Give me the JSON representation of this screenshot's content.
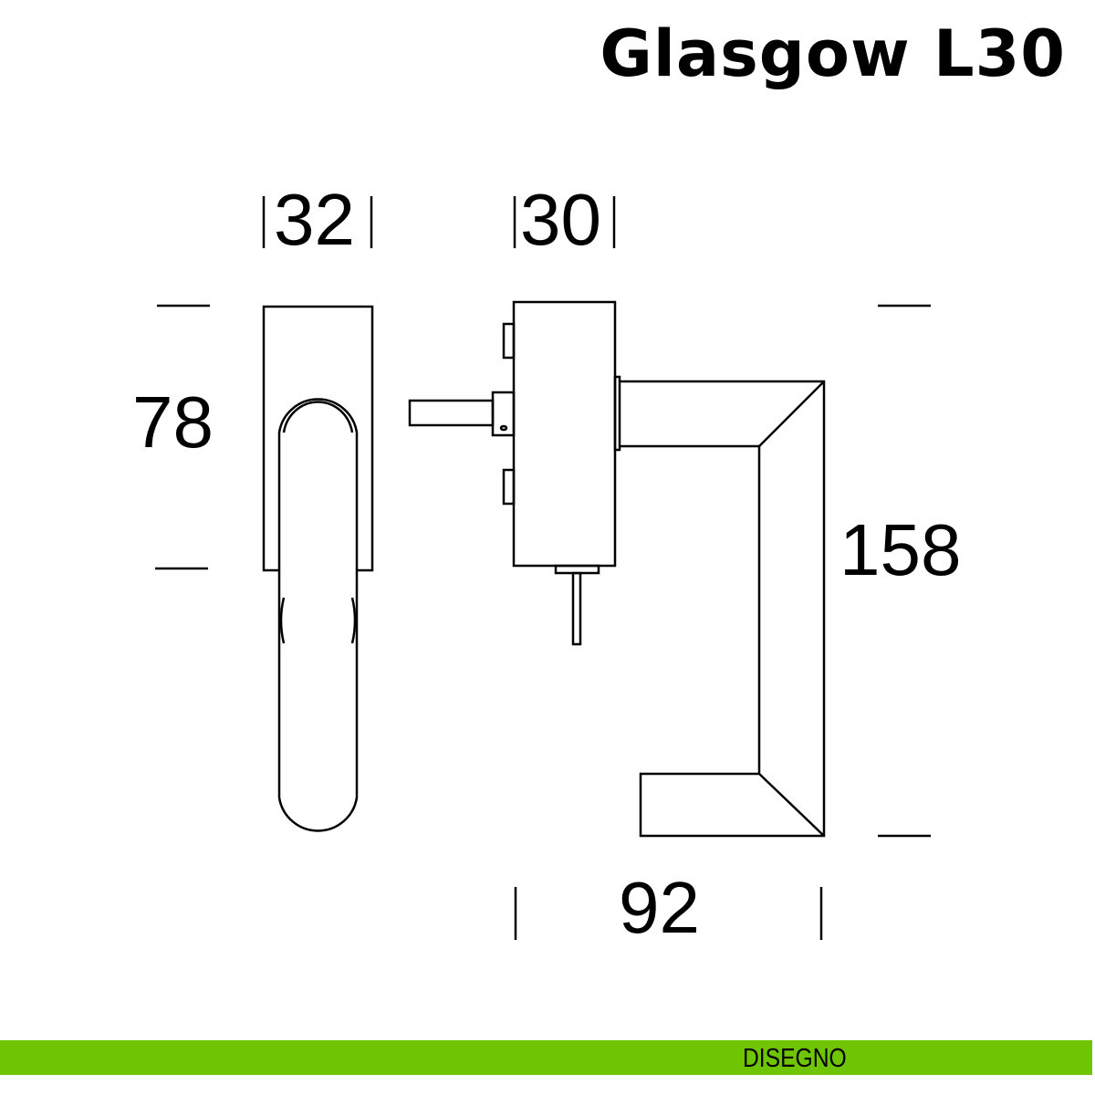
{
  "title": "Glasgow L30",
  "dimensions": {
    "front_width": "32",
    "side_width": "30",
    "rose_height": "78",
    "handle_height": "158",
    "handle_length": "92"
  },
  "footer": {
    "label": "DISEGNO",
    "color": "#6fc404"
  }
}
